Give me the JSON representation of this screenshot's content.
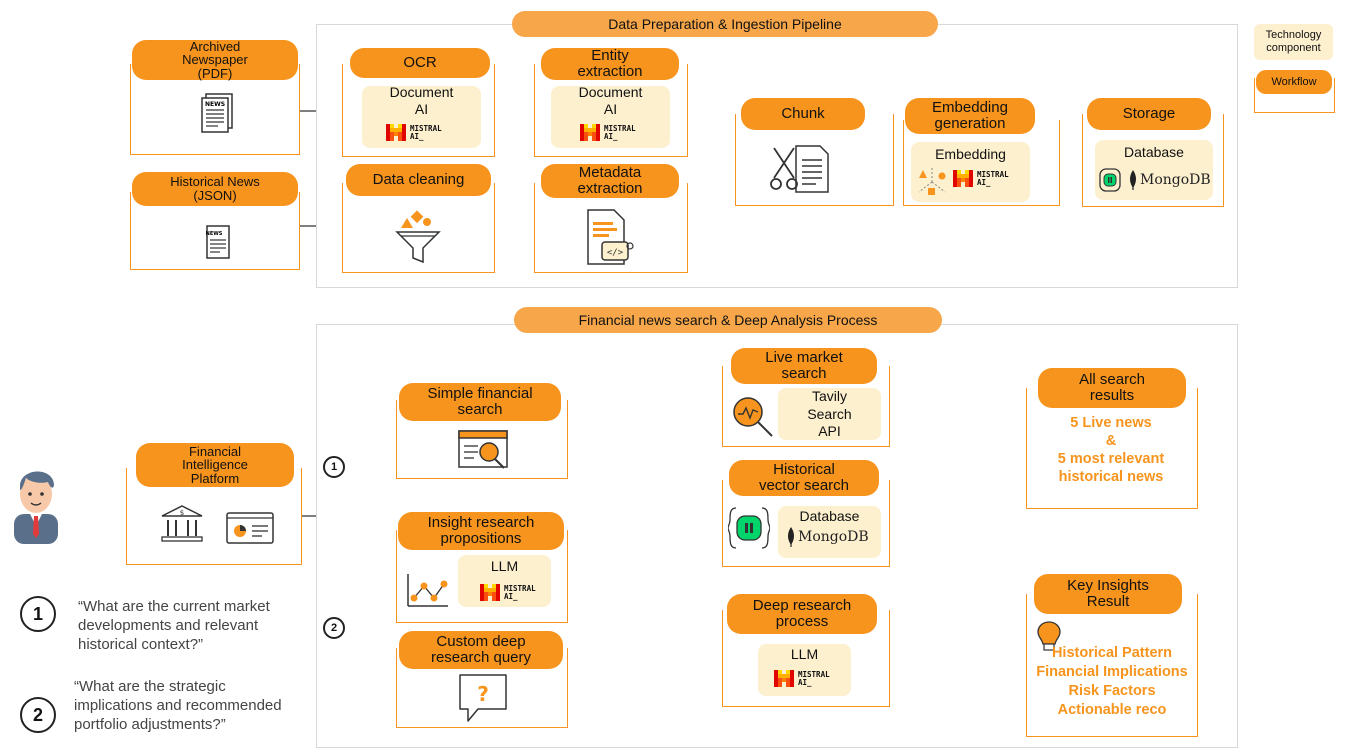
{
  "legend": {
    "technology": "Technology\ncomponent",
    "workflow": "Workflow"
  },
  "top": {
    "title": "Data Preparation & Ingestion Pipeline",
    "archived": "Archived\nNewspaper\n(PDF)",
    "historical_json": "Historical News\n(JSON)",
    "ocr": "OCR",
    "ocr_tech": "Document\nAI",
    "entity": "Entity\nextraction",
    "entity_tech": "Document\nAI",
    "cleaning": "Data cleaning",
    "metadata": "Metadata\nextraction",
    "chunk": "Chunk",
    "embedding": "Embedding\ngeneration",
    "embedding_tech": "Embedding",
    "storage": "Storage",
    "storage_tech": "Database"
  },
  "bottom": {
    "title": "Financial news search & Deep Analysis Process",
    "platform": "Financial\nIntelligence\nPlatform",
    "simple": "Simple financial\nsearch",
    "insight": "Insight research\npropositions",
    "insight_tech": "LLM",
    "custom": "Custom deep\nresearch query",
    "live": "Live market\nsearch",
    "live_tech": "Tavily\nSearch\nAPI",
    "hist_vec": "Historical\nvector search",
    "hist_vec_tech": "Database",
    "all_results": "All search\nresults",
    "all_results_text": "5 Live news\n&\n5 most relevant\nhistorical news",
    "deep": "Deep research\nprocess",
    "deep_tech": "LLM",
    "key": "Key Insights\nResult",
    "key_text": "Historical Pattern\nFinancial Implications\nRisk Factors\nActionable reco"
  },
  "brands": {
    "mistral_line1": "MISTRAL",
    "mistral_line2": "AI_",
    "mongodb": "MongoDB"
  },
  "icons": {
    "news_label": "NEWS",
    "question": "?"
  },
  "numbers": {
    "one": "1",
    "two": "2"
  },
  "quotes": {
    "q1": "“What are the current market\ndevelopments and relevant\nhistorical context?”",
    "q2": "“What are the strategic\nimplications and recommended\nportfolio adjustments?”"
  },
  "colors": {
    "orange": "#f7941d",
    "cream": "#fdf0cf",
    "mongo_green": "#00a651"
  }
}
